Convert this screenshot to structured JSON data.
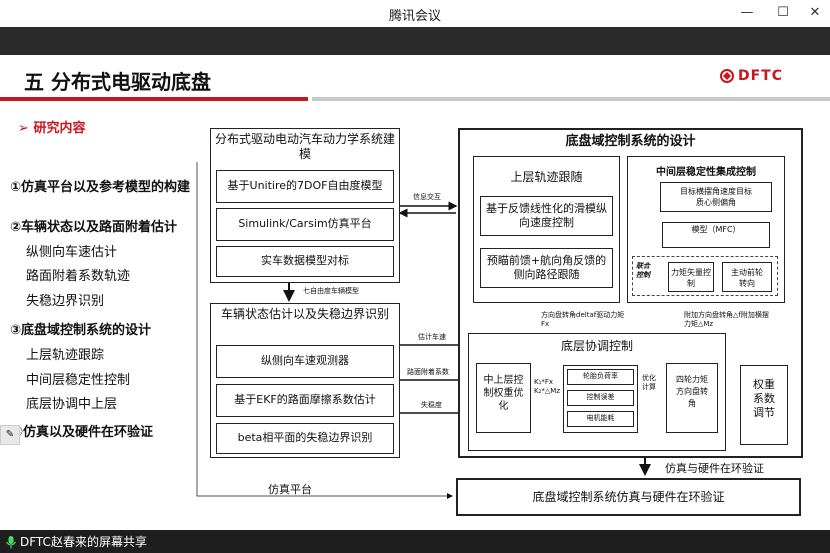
{
  "window": {
    "title": "腾讯会议",
    "minimize": "—",
    "maximize": "☐",
    "close": "✕"
  },
  "slide": {
    "title": "五 分布式电驱动底盘",
    "logo": "DFTC",
    "section": "研究内容",
    "bullet": "➢",
    "items": [
      "①仿真平台以及参考模型的构建",
      "②车辆状态以及路面附着估计",
      "纵侧向车速估计",
      "路面附着系数轨迹",
      "失稳边界识别",
      "③底盘域控制系统的设计",
      "上层轨迹跟踪",
      "中间层稳定性控制",
      "底层协调中上层",
      "④仿真以及硬件在环验证"
    ]
  },
  "diagram": {
    "dyn_model": {
      "title": "分布式驱动电动汽车动力学系统建模",
      "sub1": "基于Unitire的7DOF自由度模型",
      "sub2": "Simulink/Carsim仿真平台",
      "sub3": "实车数据模型对标"
    },
    "info_exchange": "信息交互",
    "seven_dof": "七自由度车辆模型",
    "estimation": {
      "title": "车辆状态估计以及失稳边界识别",
      "sub1": "纵侧向车速观测器",
      "sub2": "基于EKF的路面摩擦系数估计",
      "sub3": "beta相平面的失稳边界识别"
    },
    "est_speed": "估计车速",
    "road_coef": "路面附着系数",
    "instability": "失稳度",
    "sim_platform": "仿真平台",
    "chassis_ctrl": {
      "title": "底盘域控制系统的设计",
      "upper": {
        "title": "上层轨迹跟随",
        "sub1": "基于反馈线性化的滑模纵向速度控制",
        "sub2": "预瞄前馈+航向角反馈的侧向路径跟随"
      },
      "middle": {
        "title": "中间层稳定性集成控制",
        "target": "目标横摆角速度目标质心侧偏角",
        "model": "模型（MFC）",
        "side": "联合控制",
        "tv": "力矩矢量控制",
        "afs": "主动前轮转向"
      },
      "steer_out": "方向盘转角deltaf驱动力矩Fx",
      "add_out": "附加方向盘转角△f附加横摆力矩△Mz",
      "bottom": {
        "title": "底层协调控制",
        "left": "中上层控制权重优化",
        "k": "K₁*Fx K₂*△Mz",
        "c1": "轮胎负荷率",
        "c2": "控制误差",
        "c3": "电机能耗",
        "opt": "优化计算",
        "out": "四轮力矩 方向盘转角",
        "weight": "权重系数调节"
      }
    },
    "hil_arrow": "仿真与硬件在环验证",
    "hil_box": "底盘域控制系统仿真与硬件在环验证"
  },
  "meeting": {
    "share_label": "DFTC赵春来的屏幕共享"
  }
}
